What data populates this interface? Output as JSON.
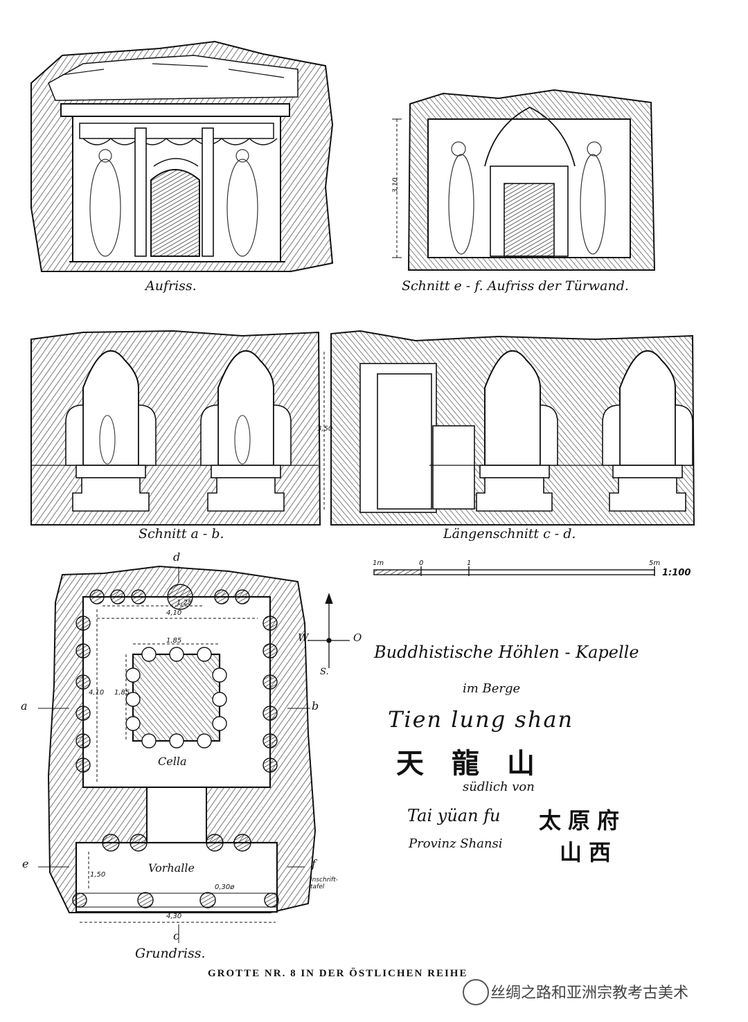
{
  "drawings": {
    "elevation": {
      "caption": "Aufriss."
    },
    "section_ef": {
      "caption": "Schnitt e - f. Aufriss der Türwand.",
      "height_dim": "3,10"
    },
    "section_ab": {
      "caption": "Schnitt a - b.",
      "height_dim": "3,50"
    },
    "long_section": {
      "caption": "Längenschnitt c - d."
    },
    "scale_bar": {
      "ticks": [
        "1m",
        "0",
        "1",
        "5m"
      ],
      "ratio": "1:100"
    },
    "plan": {
      "caption": "Grundriss.",
      "section_letters": {
        "a": "a",
        "b": "b",
        "c": "c",
        "d": "d",
        "e": "e",
        "f": "f"
      },
      "compass": {
        "west": "W.",
        "east": "O",
        "south": "S."
      },
      "dims": {
        "top_short": "1,25",
        "top_width": "4,10",
        "pillar_width": "1,85",
        "pillar_height": "1,85",
        "cella_height": "4,10",
        "vorhalle_depth": "1,50",
        "column_dia": "0,30ø",
        "vorhalle_width": "4,30"
      },
      "room_labels": {
        "cella": "Cella",
        "vorhalle": "Vorhalle",
        "inscription": "Inschrift-\ntafel"
      }
    }
  },
  "title_block": {
    "line1": "Buddhistische Höhlen - Kapelle",
    "line2": "im Berge",
    "line3": "Tien lung shan",
    "line3_cjk": "天龍山",
    "line4": "südlich von",
    "line5": "Tai yüan fu",
    "line5_cjk": "太原府",
    "line6": "Provinz Shansi",
    "line6_cjk": "山西"
  },
  "footer": {
    "text": "GROTTE NR. 8 IN DER ÖSTLICHEN REIHE"
  },
  "watermark": {
    "text": "丝绸之路和亚洲宗教考古美术"
  }
}
